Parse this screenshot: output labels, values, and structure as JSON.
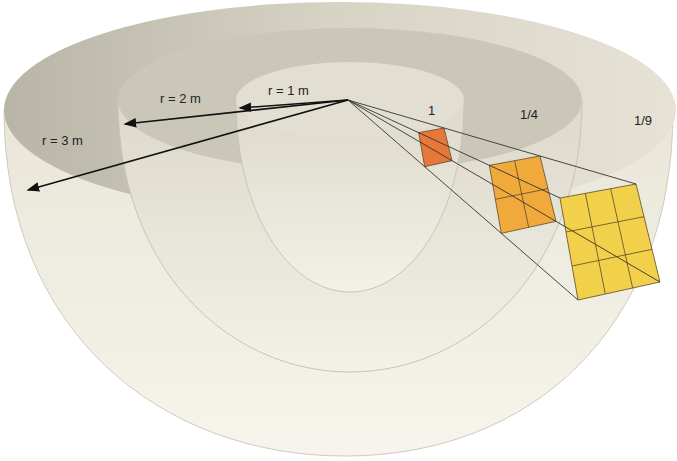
{
  "diagram": {
    "labels": [
      "r = 1 m",
      "r = 2 m",
      "r = 3 m",
      "1",
      "1/4",
      "1/9"
    ]
  }
}
